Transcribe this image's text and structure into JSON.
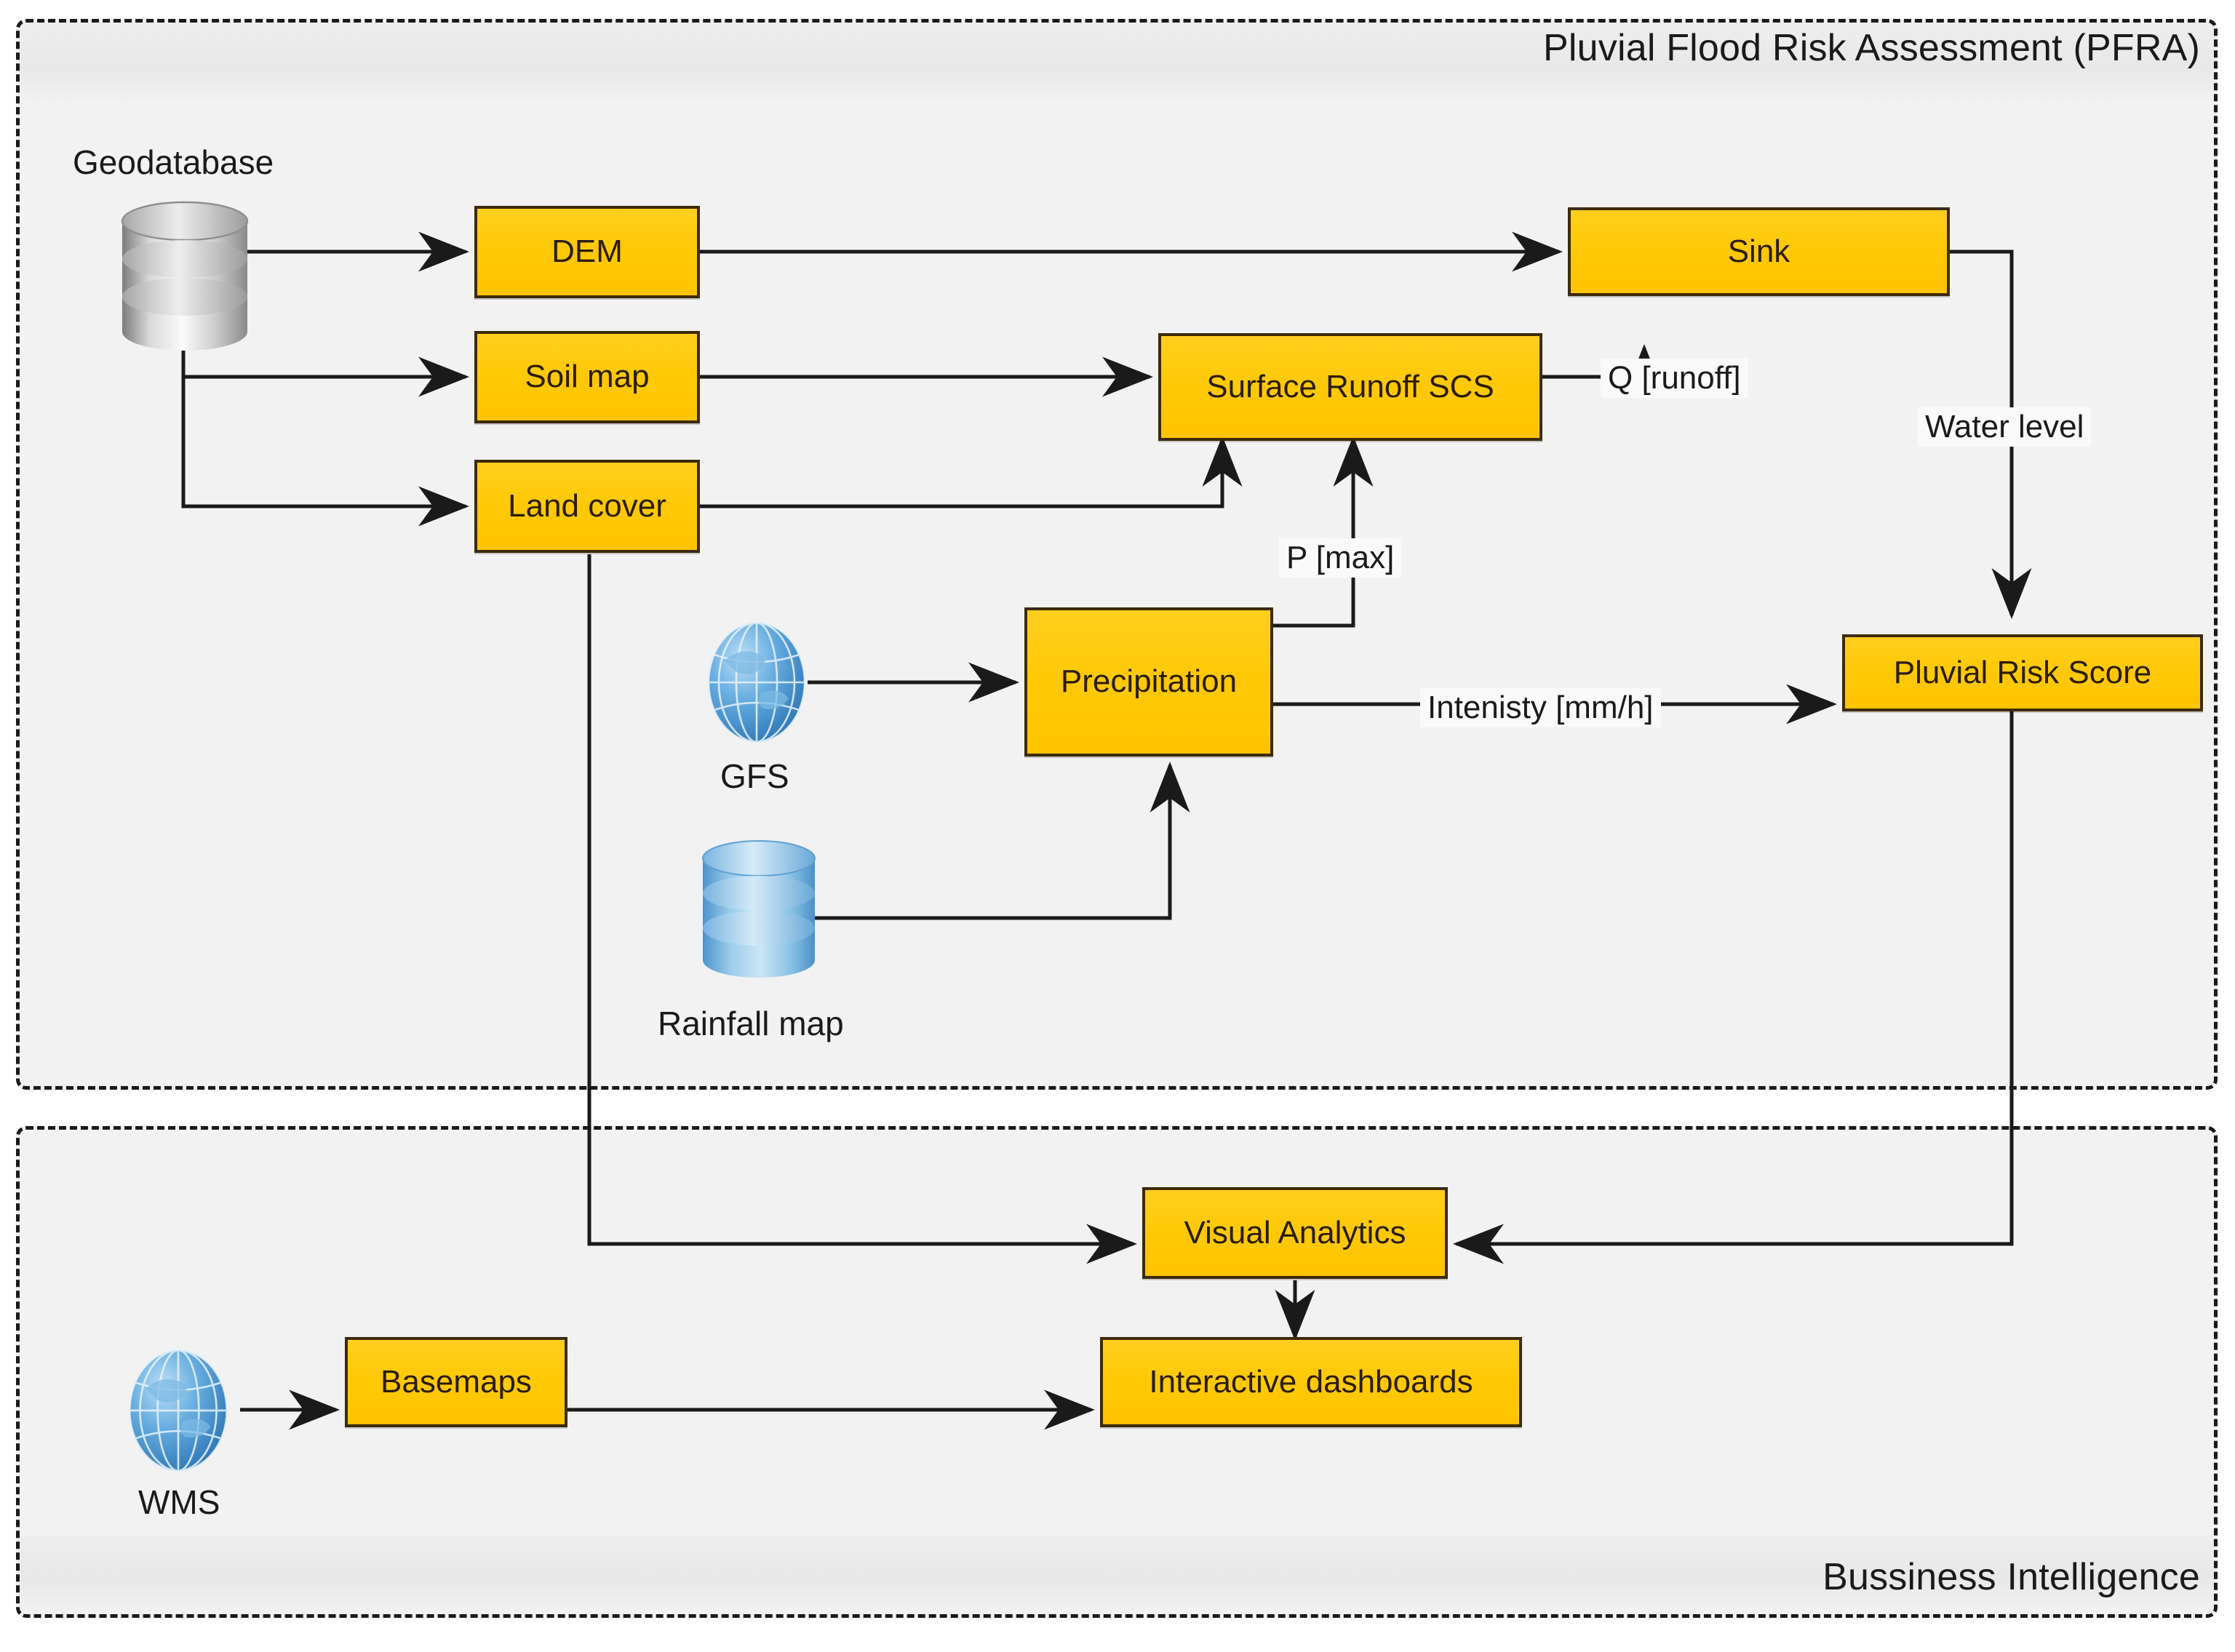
{
  "panels": [
    {
      "id": "pfra",
      "title": "Pluvial Flood Risk Assessment (PFRA)"
    },
    {
      "id": "bi",
      "title": "Bussiness Intelligence"
    }
  ],
  "sources": [
    {
      "id": "geodatabase",
      "caption": "Geodatabase",
      "icon": "grey-database-icon"
    },
    {
      "id": "gfs",
      "caption": "GFS",
      "icon": "blue-globe-icon"
    },
    {
      "id": "rainfall-map",
      "caption": "Rainfall map",
      "icon": "blue-database-icon"
    },
    {
      "id": "wms",
      "caption": "WMS",
      "icon": "blue-globe-icon"
    }
  ],
  "nodes": [
    {
      "id": "dem",
      "label": "DEM"
    },
    {
      "id": "soil-map",
      "label": "Soil map"
    },
    {
      "id": "land-cover",
      "label": "Land cover"
    },
    {
      "id": "surface-runoff-scs",
      "label": "Surface Runoff SCS"
    },
    {
      "id": "sink",
      "label": "Sink"
    },
    {
      "id": "precipitation",
      "label": "Precipitation"
    },
    {
      "id": "pluvial-risk-score",
      "label": "Pluvial Risk Score"
    },
    {
      "id": "visual-analytics",
      "label": "Visual Analytics"
    },
    {
      "id": "interactive-dashboards",
      "label": "Interactive dashboards"
    },
    {
      "id": "basemaps",
      "label": "Basemaps"
    }
  ],
  "edge_labels": [
    {
      "id": "q-runoff",
      "text": "Q [runoff]"
    },
    {
      "id": "water-level",
      "text": "Water level"
    },
    {
      "id": "p-max",
      "text": "P [max]"
    },
    {
      "id": "intensity",
      "text": "Intenisty [mm/h]"
    }
  ],
  "colors": {
    "node_fill": "#FFC907",
    "node_border": "#3D2B08",
    "panel_bg": "#F2F2F2",
    "panel_border": "#1A1A1A",
    "wire": "#1A1A1A",
    "page_bg": "#FFFFFF"
  }
}
